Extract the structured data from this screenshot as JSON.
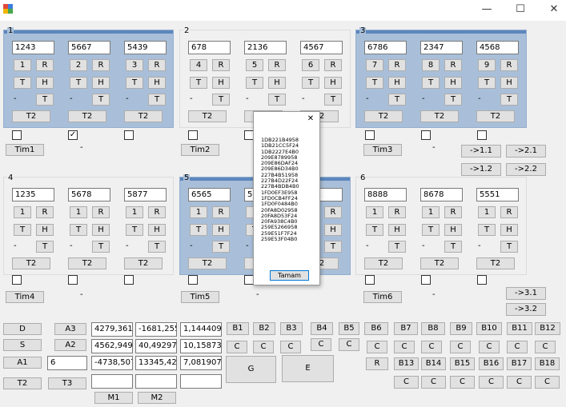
{
  "window": {
    "min": "—",
    "max": "☐",
    "close": "✕"
  },
  "groups": [
    {
      "num": "1",
      "tb": [
        "1243",
        "5667",
        "5439"
      ],
      "nb": [
        "1",
        "2",
        "3"
      ],
      "nbR": "R",
      "tl": "T",
      "hl": "H",
      "dash": "-",
      "t2": "T2"
    },
    {
      "num": "2",
      "tb": [
        "678",
        "2136",
        "4567"
      ],
      "nb": [
        "4",
        "5",
        "6"
      ],
      "nbR": "R",
      "tl": "T",
      "hl": "H",
      "dash": "-",
      "t2": "T2"
    },
    {
      "num": "3",
      "tb": [
        "6786",
        "2347",
        "4568"
      ],
      "nb": [
        "7",
        "8",
        "9"
      ],
      "nbR": "R",
      "tl": "T",
      "hl": "H",
      "dash": "-",
      "t2": "T2"
    },
    {
      "num": "4",
      "tb": [
        "1235",
        "5678",
        "5877"
      ],
      "nb": [
        "1",
        "1",
        "1"
      ],
      "nbR": "R",
      "tl": "T",
      "hl": "H",
      "dash": "-",
      "t2": "T2"
    },
    {
      "num": "5",
      "tb": [
        "6565",
        "56",
        "7"
      ],
      "nb": [
        "1",
        "1",
        "1"
      ],
      "nbR": "R",
      "tl": "T",
      "hl": "H",
      "dash": "-",
      "t2": "T2"
    },
    {
      "num": "6",
      "tb": [
        "8888",
        "8678",
        "5551"
      ],
      "nb": [
        "1",
        "1",
        "1"
      ],
      "nbR": "R",
      "tl": "T",
      "hl": "H",
      "dash": "-",
      "t2": "T2"
    }
  ],
  "checks": {
    "row1": [
      "",
      "✓",
      "",
      "",
      "",
      "",
      "",
      ""
    ],
    "row2": [
      "",
      "",
      "",
      "",
      "",
      "",
      "",
      ""
    ]
  },
  "timers": [
    "Tim1",
    "Tim2",
    "Tim3",
    "Tim4",
    "Tim5",
    "Tim6"
  ],
  "dashes": {
    "r1a": "-",
    "r1b": "-",
    "r2a": "-",
    "r2b": "-",
    "r2c": "-"
  },
  "arrows": [
    "->1.1",
    "->2.1",
    "->1.2",
    "->2.2",
    "->3.1",
    "->3.2"
  ],
  "bottom": {
    "left": [
      "D",
      "S",
      "A1",
      "T2"
    ],
    "mid": [
      "A3",
      "A2",
      "T3"
    ],
    "a1_value": "6",
    "grid": [
      [
        "4279,361",
        "-1681,255",
        "1,144409E"
      ],
      [
        "4562,949",
        "40,49297",
        "10,15873"
      ],
      [
        "-4738,507",
        "13345,42",
        "7,081907"
      ],
      [
        "",
        "",
        ""
      ]
    ],
    "m": [
      "M1",
      "M2"
    ],
    "b_row1": [
      "B1",
      "B2",
      "B3",
      "B4",
      "B5",
      "B6",
      "B7",
      "B8",
      "B9",
      "B10",
      "B11",
      "B12"
    ],
    "c_row": [
      "C",
      "C",
      "C",
      "C",
      "C",
      "C",
      "C",
      "C",
      "C",
      "C",
      "C",
      "C"
    ],
    "g": "G",
    "e": "E",
    "r": "R",
    "b_row3": [
      "B13",
      "B14",
      "B15",
      "B16",
      "B17",
      "B18"
    ],
    "c_row4": [
      "C",
      "C",
      "C",
      "C",
      "C",
      "C"
    ]
  },
  "dialog": {
    "close": "✕",
    "lines": [
      "1DB221B4958",
      "1DB21CC5F24",
      "1DB2227E4B0",
      "209E8789958",
      "209E86DAF24",
      "209E86D34B0",
      "227B4B51958",
      "227B4D22F24",
      "227B4BDB4B0",
      "1FD0EF3E958",
      "1FD0CB4FF24",
      "1FD0F0484B0",
      "20FA8D02958",
      "20FA8D53F24",
      "20FA938C4B0",
      "259E5266958",
      "259E51F7F24",
      "259E53F04B0"
    ],
    "ok": "Tamam"
  },
  "colors": {
    "group_blue": "#a9bfd9",
    "group_bar": "#5c87bd"
  }
}
